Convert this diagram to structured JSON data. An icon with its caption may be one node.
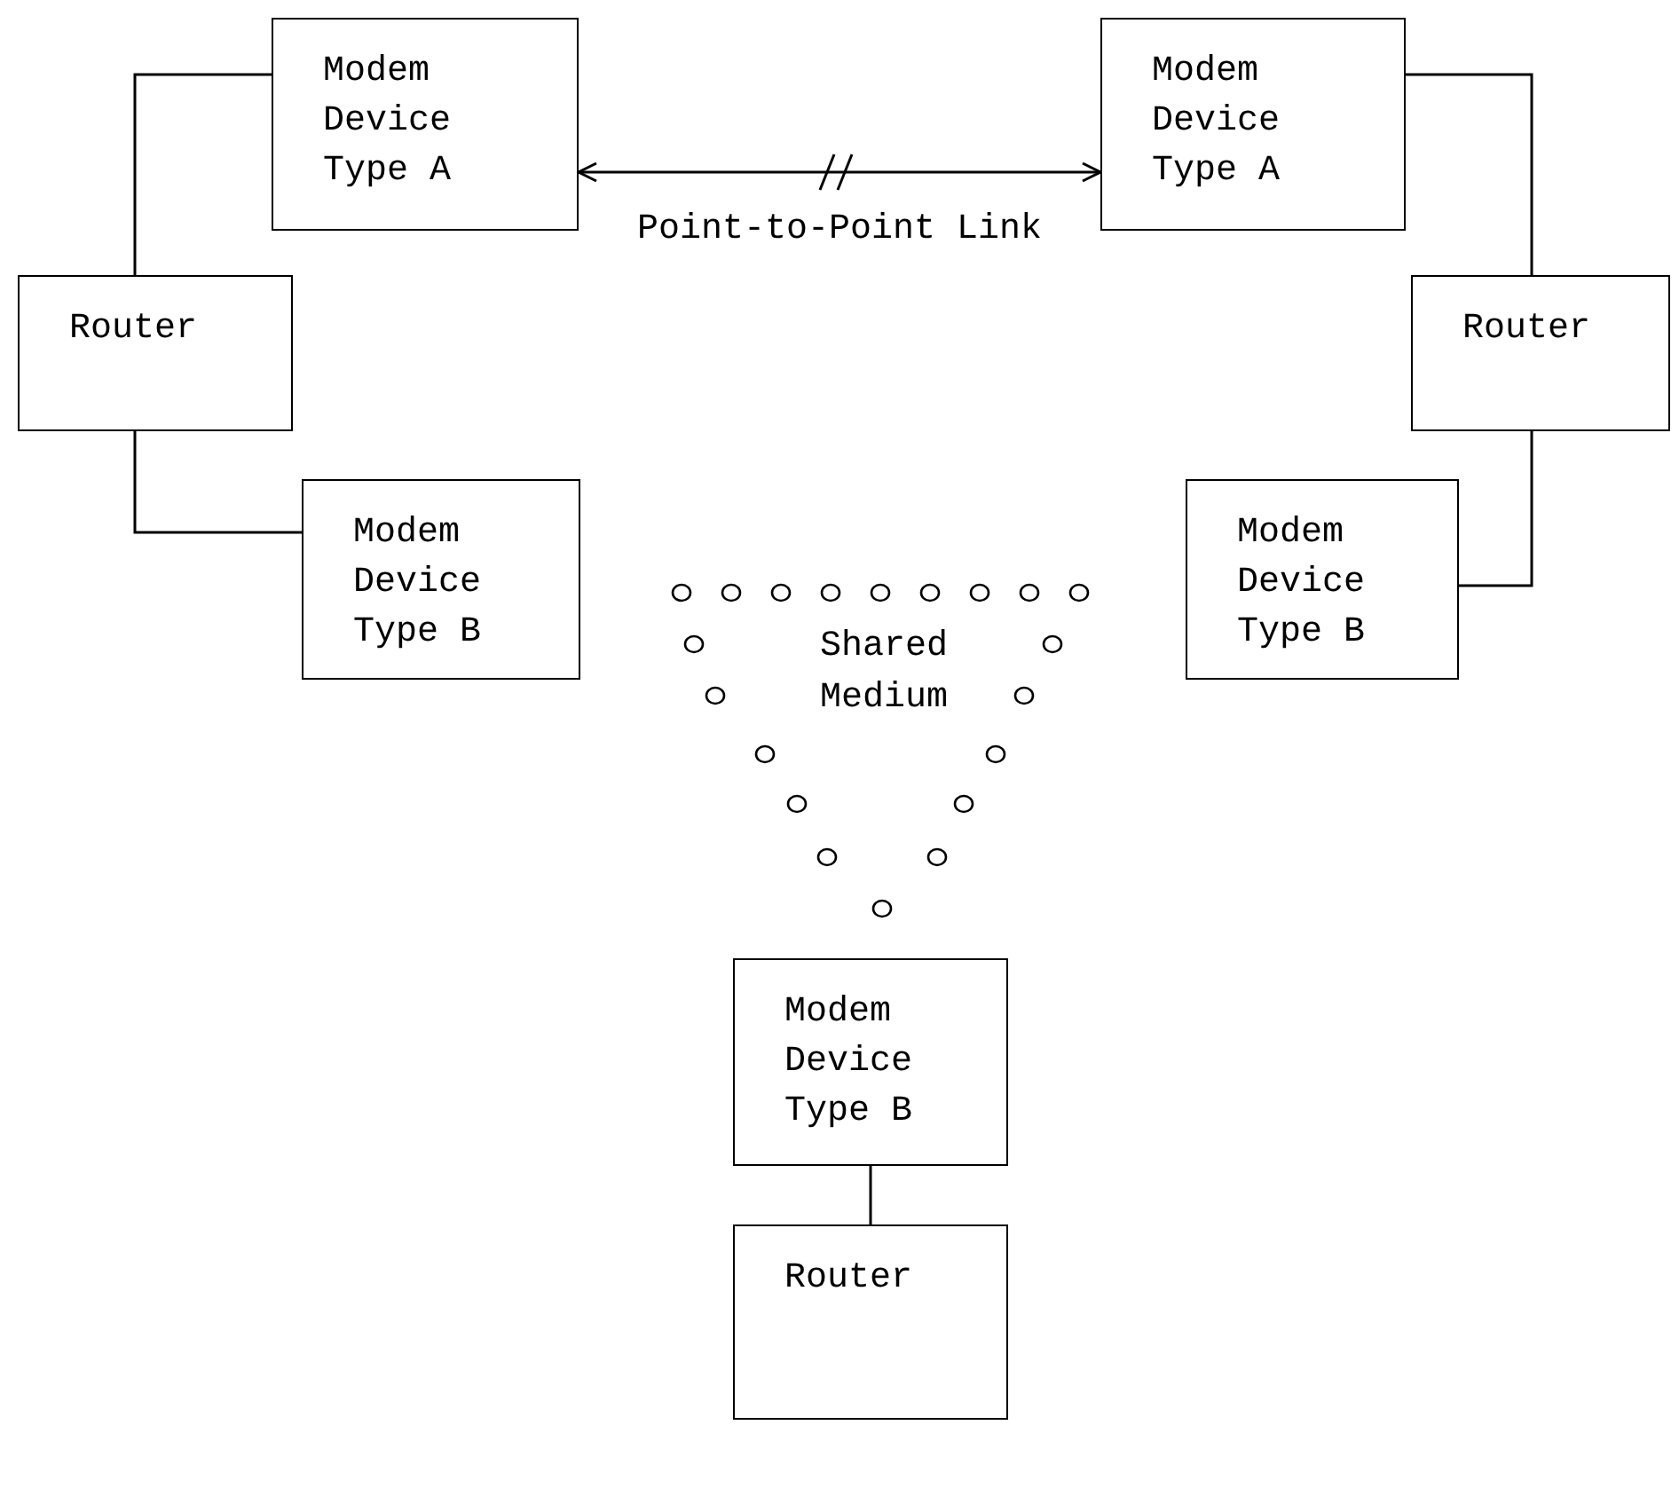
{
  "diagram": {
    "nodes": [
      {
        "text": [
          "Modem Device Type A"
        ]
      },
      {
        "text": [
          "Modem Device Type A"
        ]
      },
      {
        "text": [
          "Router"
        ]
      },
      {
        "text": [
          "Router"
        ]
      },
      {
        "text": [
          "Modem Device Type B"
        ]
      },
      {
        "text": [
          "Modem Device Type B"
        ]
      },
      {
        "text": [
          "Shared Medium"
        ]
      },
      {
        "text": [
          "Modem Device Type B"
        ]
      },
      {
        "text": [
          "Router"
        ]
      }
    ],
    "edges": [
      {
        "from": 0,
        "to": 1,
        "arrow": "both",
        "label": "Point-to-Point Link"
      },
      {
        "from": 2,
        "to": 0,
        "arrow": "none"
      },
      {
        "from": 3,
        "to": 1,
        "arrow": "none"
      },
      {
        "from": 2,
        "to": 4,
        "arrow": "none"
      },
      {
        "from": 3,
        "to": 5,
        "arrow": "none"
      },
      {
        "from": 7,
        "to": 8,
        "arrow": "none"
      }
    ]
  }
}
